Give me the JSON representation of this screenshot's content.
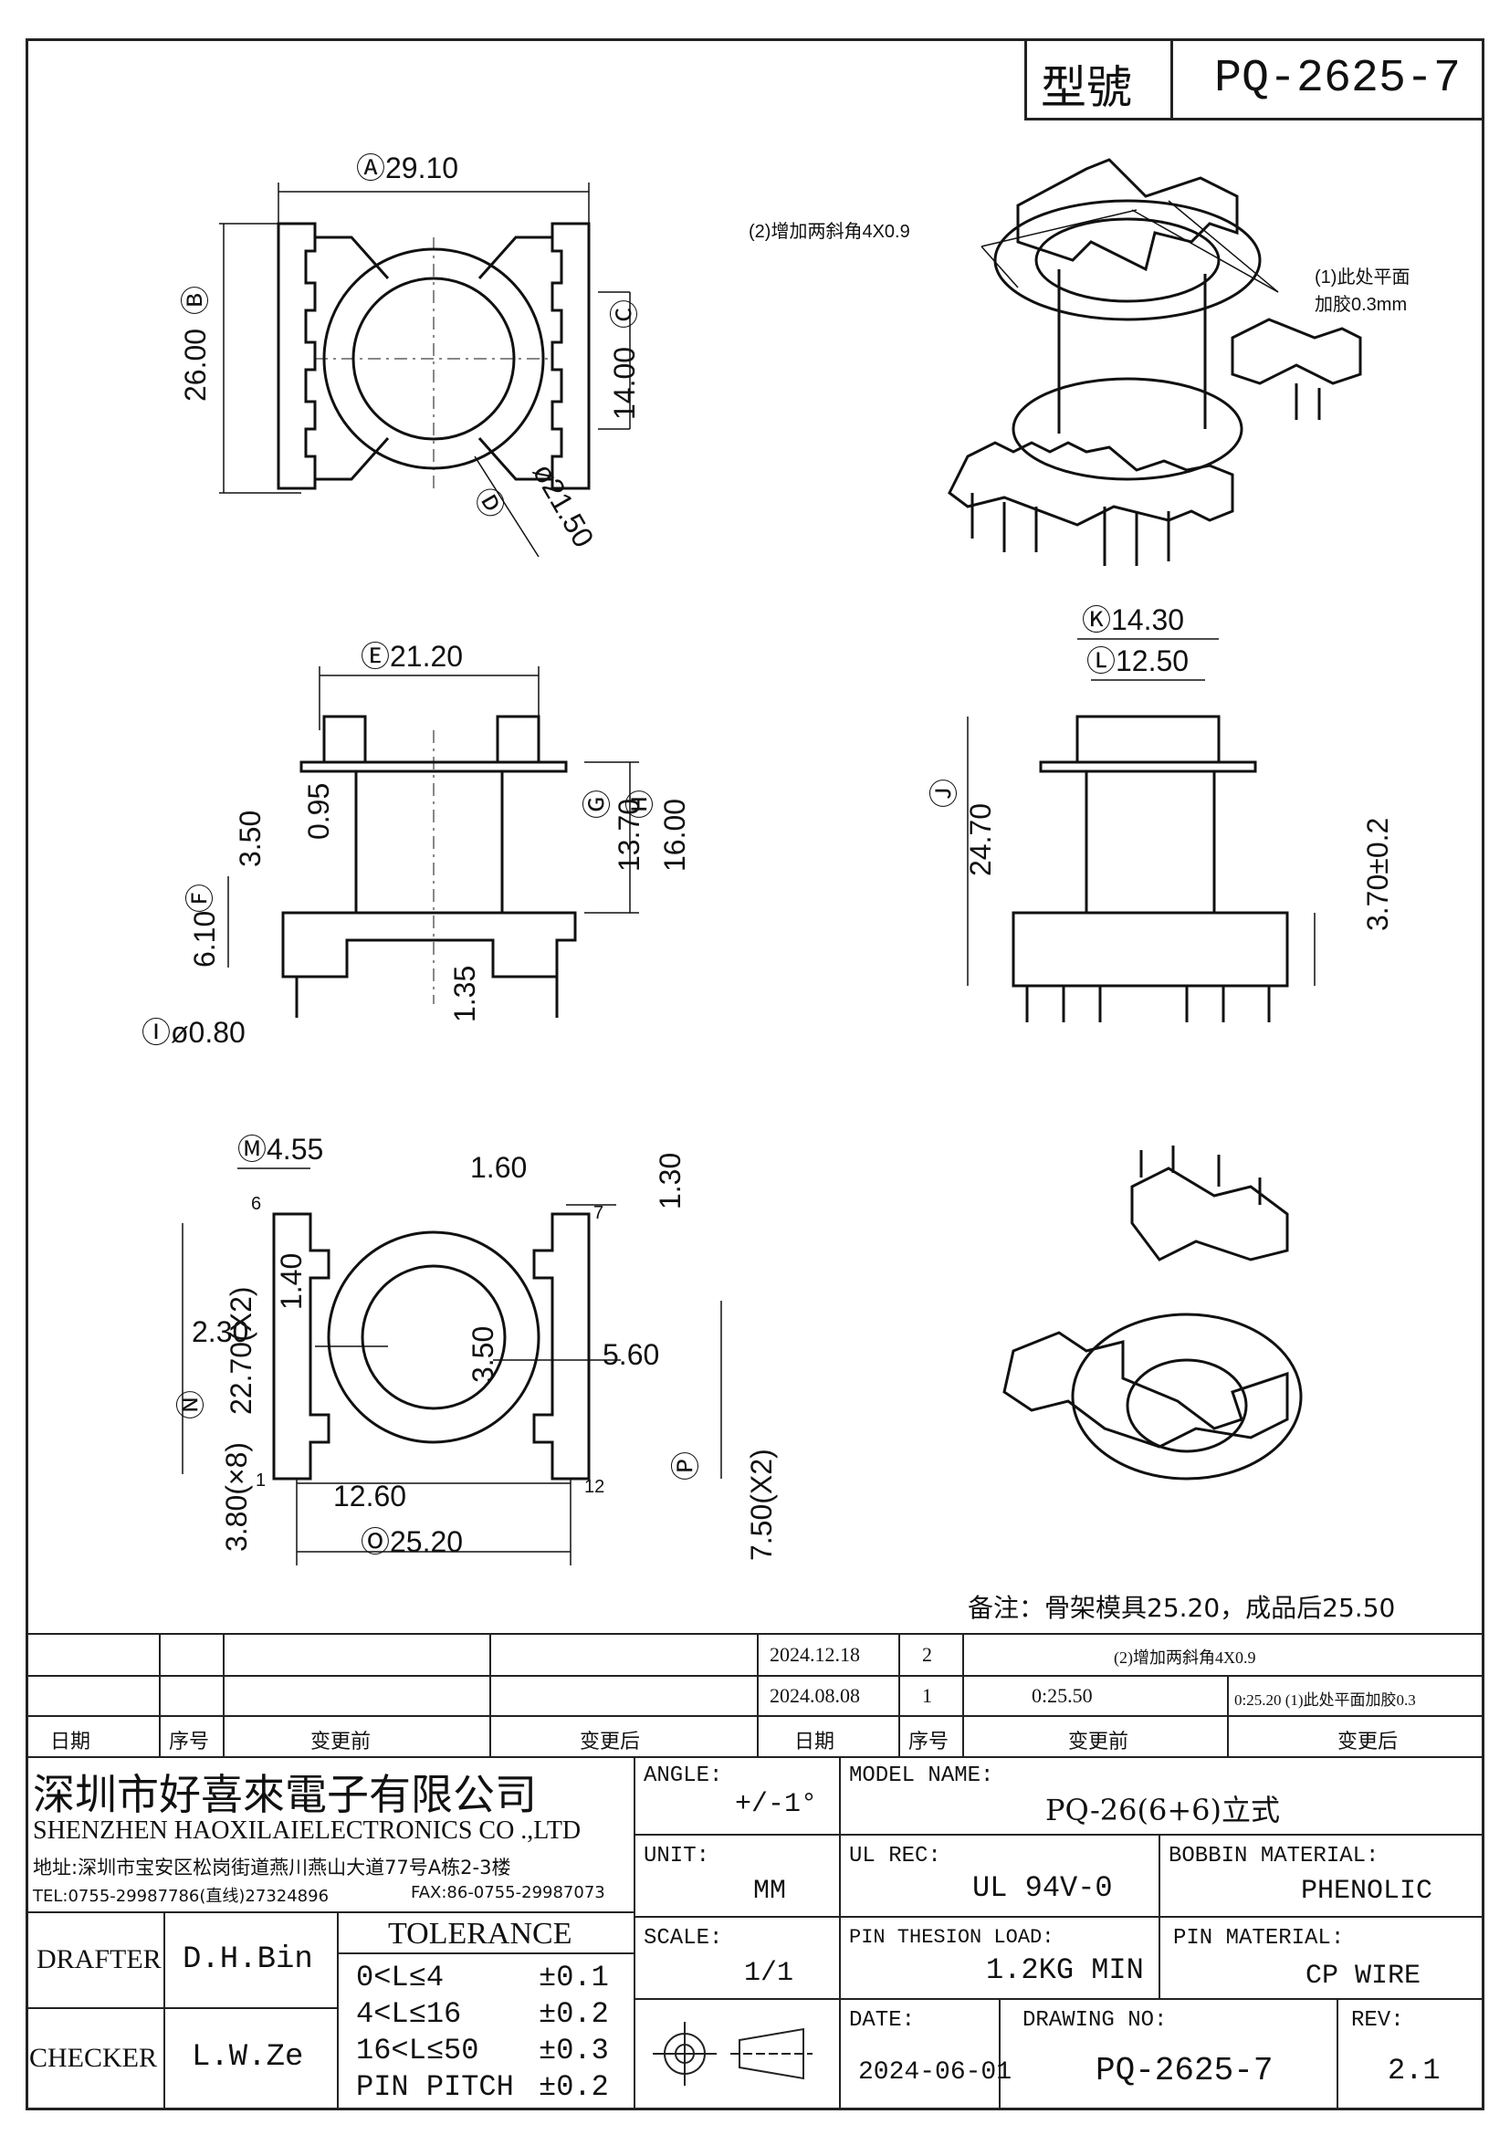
{
  "title_block": {
    "model_label": "型號",
    "model_value": "PQ-2625-7"
  },
  "callouts": {
    "left": "(2)增加两斜角4X0.9",
    "right_1": "(1)此处平面",
    "right_2": "加胶0.3mm"
  },
  "dims": {
    "a": "Ⓐ29.10",
    "b": "Ⓑ",
    "b_val": "26.00",
    "c_val": "14.00",
    "c": "Ⓒ",
    "d": "Ⓓ",
    "d_val": "ø21.50",
    "e": "Ⓔ21.20",
    "f": "Ⓕ",
    "f_val": "6.10",
    "v350": "3.50",
    "v095": "0.95",
    "g_val": "13.70",
    "g": "Ⓖ",
    "h_val": "16.00",
    "h": "Ⓗ",
    "v135": "1.35",
    "i": "Ⓘø0.80",
    "k": "Ⓚ14.30",
    "l": "Ⓛ12.50",
    "j_val": "24.70",
    "j": "Ⓙ",
    "v370": "3.70±0.2",
    "m": "Ⓜ4.55",
    "v160": "1.60",
    "v130": "1.30",
    "v140": "1.40",
    "v230": "2.30",
    "v2270": "22.70(X2)",
    "n": "Ⓝ",
    "v380": "3.80(×8)",
    "v3500": "3.50",
    "v560": "5.60",
    "v1260": "12.60",
    "o": "Ⓞ25.20",
    "p": "Ⓟ",
    "v750": "7.50(X2)",
    "pin6": "6",
    "pin7": "7",
    "pin1": "1",
    "pin12": "12"
  },
  "note": "备注：骨架模具25.20，成品后25.50",
  "revisions": {
    "rows": [
      {
        "date": "2024.12.18",
        "no": "2",
        "before": "",
        "after": "(2)增加两斜角4X0.9"
      },
      {
        "date": "2024.08.08",
        "no": "1",
        "before": "0:25.50",
        "after": "0:25.20 (1)此处平面加胶0.3"
      }
    ],
    "headers": [
      "日期",
      "序号",
      "变更前",
      "变更后",
      "日期",
      "序号",
      "变更前",
      "变更后"
    ]
  },
  "company": {
    "name_cn": "深圳市好喜來電子有限公司",
    "name_en": "SHENZHEN HAOXILAIELECTRONICS CO .,LTD",
    "address": "地址:深圳市宝安区松岗街道燕川燕山大道77号A栋2-3楼",
    "tel": "TEL:0755-29987786(直线)27324896",
    "fax": "FAX:86-0755-29987073"
  },
  "fields": {
    "angle_label": "ANGLE:",
    "angle_value": "+/-1°",
    "model_name_label": "MODEL NAME:",
    "model_name_value": "PQ-26(6+6)立式",
    "unit_label": "UNIT:",
    "unit_value": "MM",
    "ul_label": "UL REC:",
    "ul_value": "UL 94V-0",
    "bobbin_label": "BOBBIN MATERIAL:",
    "bobbin_value": "PHENOLIC",
    "scale_label": "SCALE:",
    "scale_value": "1/1",
    "load_label": "PIN THESION LOAD:",
    "load_value": "1.2KG MIN",
    "pin_mat_label": "PIN MATERIAL:",
    "pin_mat_value": "CP  WIRE",
    "date_label": "DATE:",
    "date_value": "2024-06-01",
    "drawing_label": "DRAWING NO:",
    "drawing_value": "PQ-2625-7",
    "rev_label": "REV:",
    "rev_value": "2.1",
    "drafter_label": "DRAFTER",
    "drafter_value": "D.H.Bin",
    "checker_label": "CHECKER",
    "checker_value": "L.W.Ze"
  },
  "tolerance": {
    "title": "TOLERANCE",
    "rows": [
      {
        "range": "0<L≤4",
        "tol": "±0.1"
      },
      {
        "range": "4<L≤16",
        "tol": "±0.2"
      },
      {
        "range": "16<L≤50",
        "tol": "±0.3"
      },
      {
        "range": "PIN PITCH",
        "tol": "±0.2"
      }
    ]
  }
}
